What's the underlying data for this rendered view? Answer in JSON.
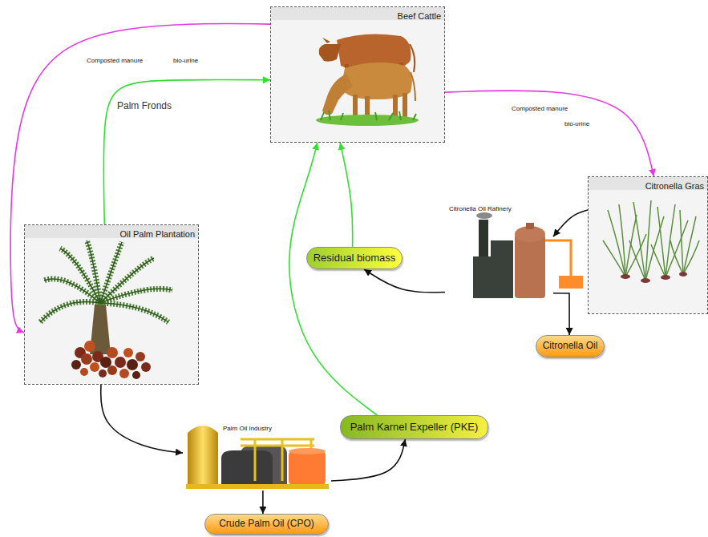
{
  "diagram": {
    "nodes": [
      {
        "text": [
          "Beef Cattle"
        ]
      },
      {
        "text": [
          "Citronella Gras"
        ]
      },
      {
        "text": [
          "Citronella Oil Rafinery"
        ]
      },
      {
        "text": [
          "Oil Palm Plantation"
        ]
      },
      {
        "text": [
          "Residual biomass"
        ]
      },
      {
        "text": [
          "Citronella Oil"
        ]
      },
      {
        "text": [
          "Palm Karnel Expeller (PKE)"
        ]
      },
      {
        "text": [
          "Palm Oil Industry"
        ]
      },
      {
        "text": [
          "Crude Palm Oil (CPO)"
        ]
      }
    ],
    "edges": [
      {
        "from": 0,
        "to": 3,
        "arrow": "to"
      },
      {
        "from": 3,
        "to": 0,
        "label": "Palm Fronds",
        "arrow": "to"
      },
      {
        "from": 0,
        "to": 1,
        "arrow": "to"
      },
      {
        "from": 1,
        "to": 2,
        "arrow": "to"
      },
      {
        "from": 2,
        "to": 4,
        "arrow": "to"
      },
      {
        "from": 4,
        "to": 0,
        "arrow": "to"
      },
      {
        "from": 2,
        "to": 5,
        "arrow": "to"
      },
      {
        "from": 3,
        "to": 7,
        "arrow": "to"
      },
      {
        "from": 7,
        "to": 6,
        "arrow": "to"
      },
      {
        "from": 6,
        "to": 0,
        "arrow": "to"
      },
      {
        "from": 7,
        "to": 8,
        "arrow": "to"
      }
    ],
    "labels": [
      "Composted manure",
      "bio-urine",
      "Composted manure",
      "bio-urine"
    ]
  }
}
